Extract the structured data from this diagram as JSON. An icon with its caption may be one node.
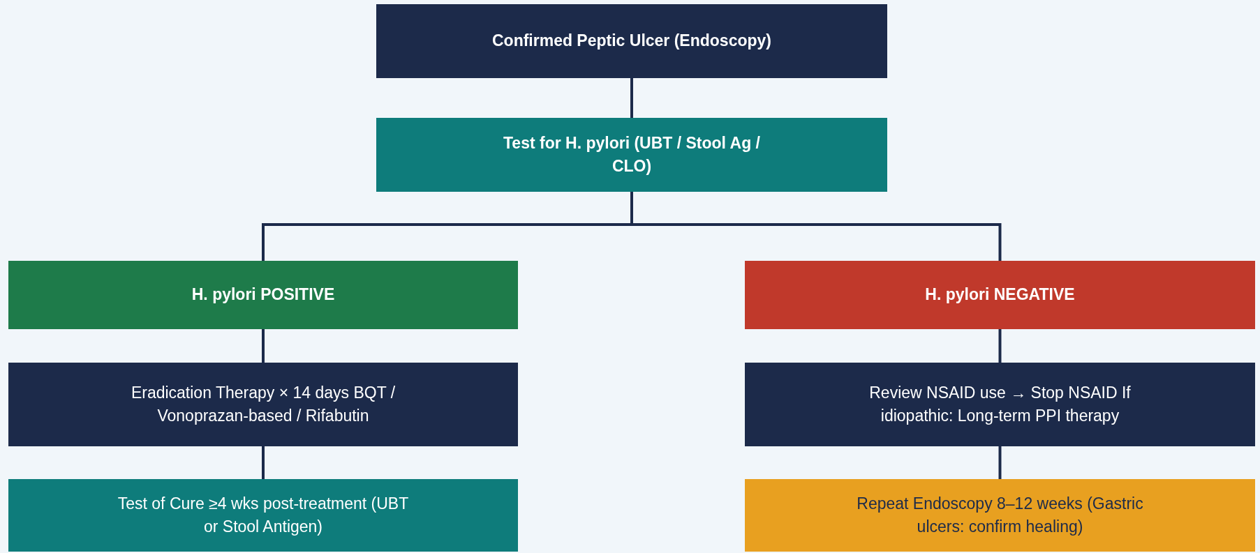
{
  "diagram": {
    "nodes": [
      {
        "text": [
          "Confirmed Peptic Ulcer (Endoscopy)"
        ]
      },
      {
        "text": [
          "Test for H. pylori (UBT / Stool Ag / CLO)"
        ]
      },
      {
        "text": [
          "H. pylori POSITIVE"
        ]
      },
      {
        "text": [
          "H. pylori NEGATIVE"
        ]
      },
      {
        "text": [
          "Eradication Therapy × 14 days BQT / Vonoprazan-based / Rifabutin"
        ]
      },
      {
        "text": [
          "Review NSAID use → Stop NSAID If idiopathic: Long-term PPI therapy"
        ]
      },
      {
        "text": [
          "Test of Cure ≥4 wks post-treatment (UBT or Stool Antigen)"
        ]
      },
      {
        "text": [
          "Repeat Endoscopy 8–12 weeks (Gastric ulcers: confirm healing)"
        ]
      }
    ],
    "edges": [
      {
        "from": 0,
        "to": 1,
        "arrow": "none"
      },
      {
        "from": 1,
        "to": 2,
        "arrow": "none"
      },
      {
        "from": 1,
        "to": 3,
        "arrow": "none"
      },
      {
        "from": 2,
        "to": 4,
        "arrow": "none"
      },
      {
        "from": 3,
        "to": 5,
        "arrow": "none"
      },
      {
        "from": 4,
        "to": 6,
        "arrow": "none"
      },
      {
        "from": 5,
        "to": 7,
        "arrow": "none"
      }
    ]
  }
}
